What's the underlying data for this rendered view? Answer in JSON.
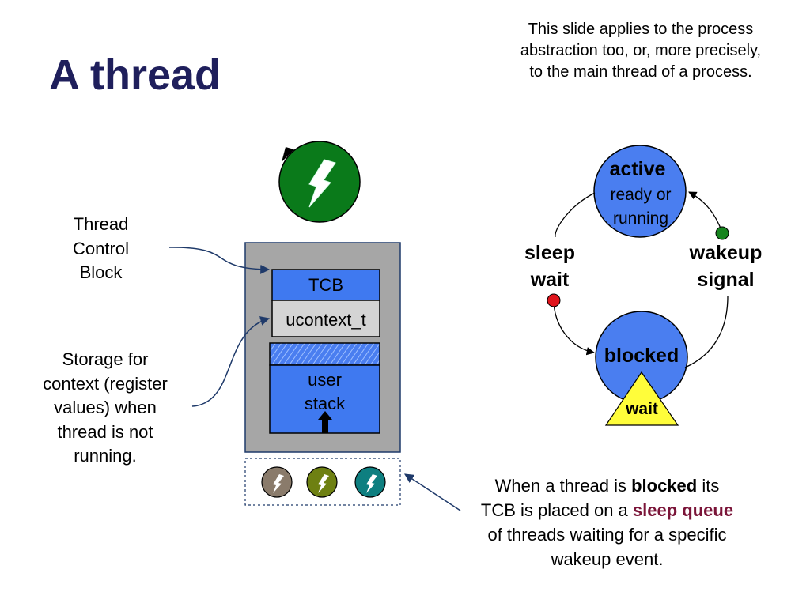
{
  "slide": {
    "title": "A thread",
    "note_lines": [
      "This slide applies to the process",
      "abstraction too, or, more precisely,",
      "to the main thread of a process."
    ]
  },
  "labels": {
    "tcb_block_lines": [
      "Thread",
      "Control",
      "Block"
    ],
    "storage_lines": [
      "Storage for",
      "context (register",
      "values) when",
      "thread is not",
      "running."
    ]
  },
  "thread_box": {
    "tcb": "TCB",
    "ucontext": "ucontext_t",
    "stack_lines": [
      "user",
      "stack"
    ]
  },
  "states": {
    "active": "active",
    "active_sub_lines": [
      "ready or",
      "running"
    ],
    "blocked": "blocked",
    "wait_triangle": "wait",
    "sleep_lines": [
      "sleep",
      "wait"
    ],
    "wakeup_lines": [
      "wakeup",
      "signal"
    ]
  },
  "bottom_note": {
    "part1": "When a thread is ",
    "blocked": "blocked",
    "part2": " its",
    "part3": "TCB is placed on a ",
    "sleep_queue": "sleep queue",
    "line3": "of threads waiting for a specific",
    "line4": "wakeup event."
  },
  "colors": {
    "title": "#1f1f5c",
    "state_fill": "#4a7ef0",
    "green_thread": "#0a7a1a",
    "thread_box_gray": "#a6a6a6",
    "tcb_blue": "#3f79f0",
    "ucontext_gray": "#d4d4d4",
    "triangle_yellow": "#fffd3a",
    "sleep_queue_text": "#7a1438",
    "queued_thread_colors": [
      "#8a7b6b",
      "#6e8012",
      "#0e7f80"
    ]
  },
  "icons": {
    "running_thread": "lightning-bolt-icon",
    "queued_thread": "lightning-bolt-icon"
  }
}
